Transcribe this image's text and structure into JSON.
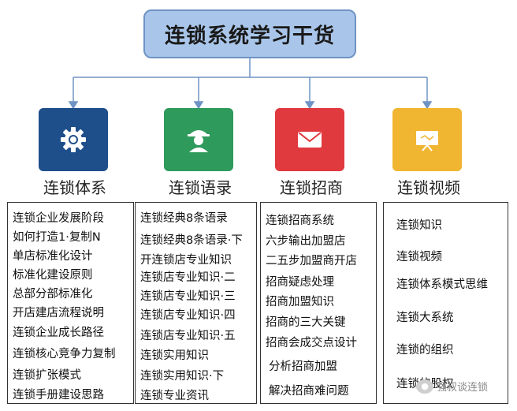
{
  "title": "连锁系统学习干货",
  "categories": [
    {
      "label": "连锁体系",
      "icon": "gear-icon",
      "color": "#1f4f8b",
      "items": [
        "连锁企业发展阶段",
        "如何打造1·复制N",
        "单店标准化设计",
        "标准化建设原则",
        "总部分部标准化",
        "开店建店流程说明",
        "连锁企业成长路径",
        "连锁核心竞争力复制",
        "连锁扩张模式",
        "连锁手册建设思路"
      ]
    },
    {
      "label": "连锁语录",
      "icon": "person-icon",
      "color": "#2e9a5c",
      "items": [
        "连锁经典8条语录",
        "连锁经典8条语录·下",
        "开连锁店专业知识",
        "连锁店专业知识·二",
        "连锁店专业知识·三",
        "连锁店专业知识·四",
        "连锁店专业知识·五",
        "连锁实用知识",
        "连锁实用知识·下",
        "连锁专业资讯"
      ]
    },
    {
      "label": "连锁招商",
      "icon": "envelope-icon",
      "color": "#e0393e",
      "items": [
        "连锁招商系统",
        "六步输出加盟店",
        "二五步加盟商开店",
        "招商疑虑处理",
        "招商加盟知识",
        "招商的三大关键",
        "招商会成交点设计",
        "分析招商加盟",
        "解决招商难问题"
      ]
    },
    {
      "label": "连锁视频",
      "icon": "monitor-icon",
      "color": "#f0b531",
      "items": [
        "连锁知识",
        "连锁视频",
        "连锁体系模式思维",
        "连锁大系统",
        "连锁的组织",
        "连锁的股权"
      ]
    }
  ],
  "watermark": "强叔谈连锁"
}
